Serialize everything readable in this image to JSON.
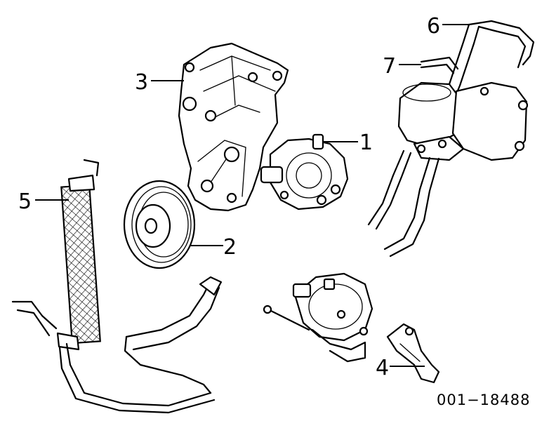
{
  "diagram": {
    "part_number": "001−18488",
    "callouts": [
      {
        "id": "1",
        "label": "1"
      },
      {
        "id": "2",
        "label": "2"
      },
      {
        "id": "3",
        "label": "3"
      },
      {
        "id": "4",
        "label": "4"
      },
      {
        "id": "5",
        "label": "5"
      },
      {
        "id": "6",
        "label": "6"
      },
      {
        "id": "7",
        "label": "7"
      }
    ]
  }
}
